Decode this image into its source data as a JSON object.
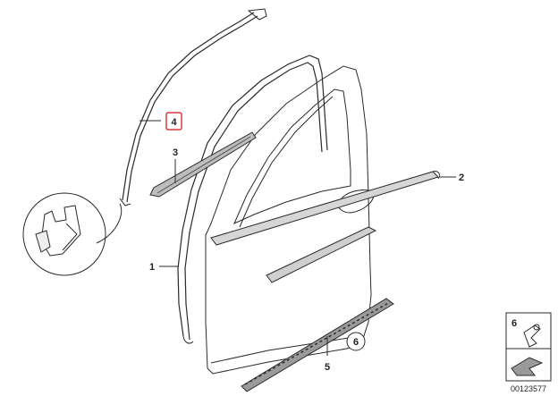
{
  "callouts": {
    "part_1": "1",
    "part_2": "2",
    "part_3": "3",
    "part_4": "4",
    "part_5": "5",
    "part_6": "6"
  },
  "legend_box": {
    "item_number": "6"
  },
  "reference_number": "00123577",
  "colors": {
    "line": "#2a2a2a",
    "highlight_box": "#d33b3b",
    "strip_fill": "#bdbdbd"
  }
}
